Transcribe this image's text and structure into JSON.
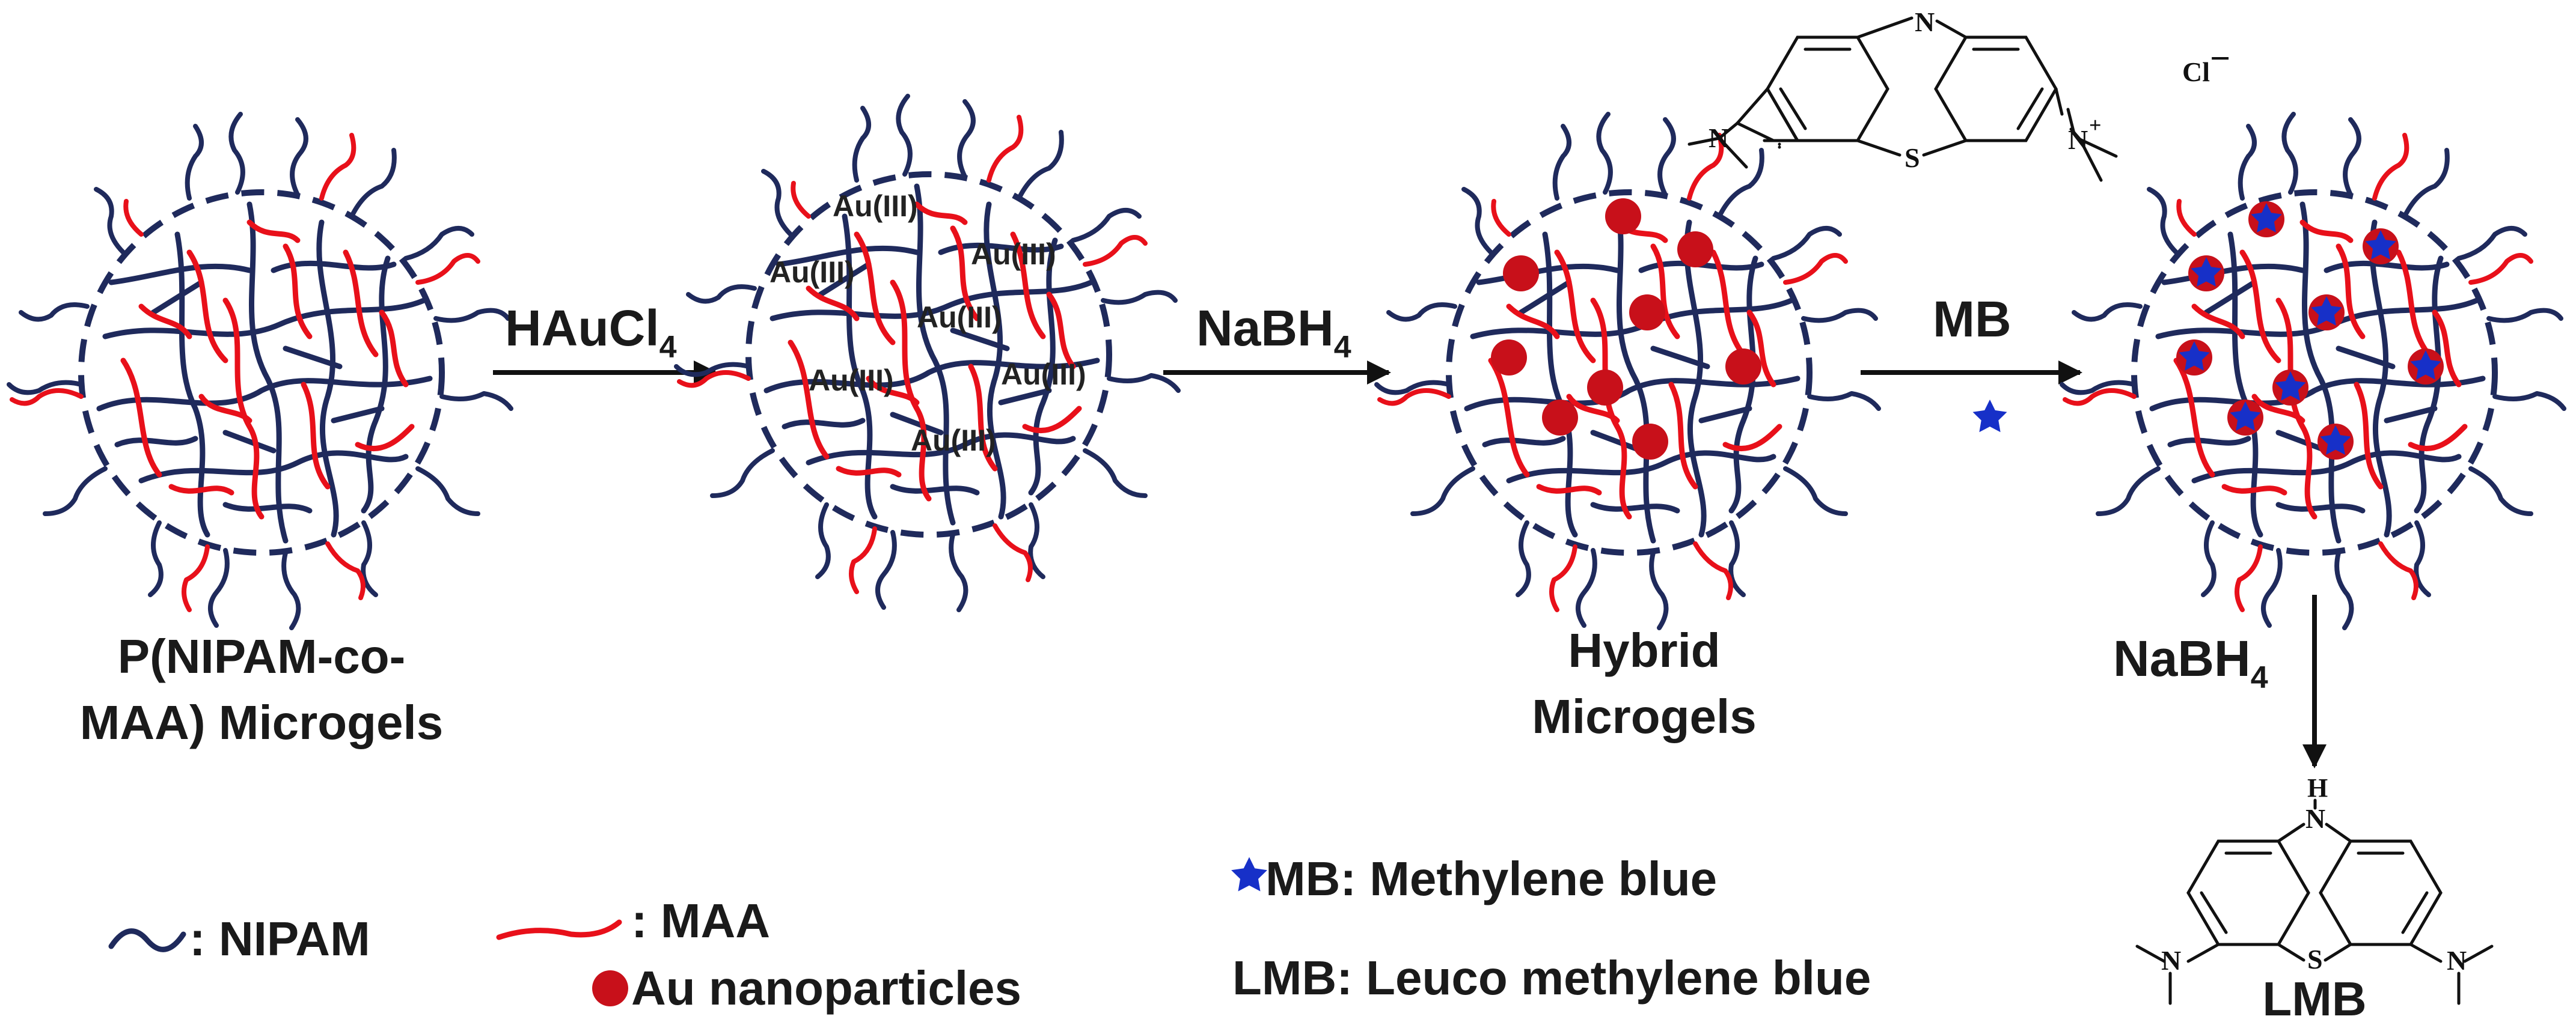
{
  "labels": {
    "microgel_label_line1": "P(NIPAM-co-",
    "microgel_label_line2": "MAA) Microgels",
    "hybrid_label_line1": "Hybrid",
    "hybrid_label_line2": "Microgels",
    "lmb_label": "LMB"
  },
  "arrows": {
    "step1_reagent": "HAuCl",
    "step1_subscript": "4",
    "step2_reagent": "NaBH",
    "step2_subscript": "4",
    "step3_reagent": "MB",
    "step4_reagent": "NaBH",
    "step4_subscript": "4"
  },
  "au_ion_label": "Au(III)",
  "mb_structure": {
    "ring_n": "N",
    "ring_s": "S",
    "amine_left": "N",
    "amine_right": "N",
    "charge": "+",
    "counterion": "Cl",
    "counterion_charge": "−"
  },
  "lmb_structure": {
    "ring_nh": "N",
    "ring_h": "H",
    "ring_s": "S",
    "amine_left": "N",
    "amine_right": "N"
  },
  "legend": {
    "nipam": ": NIPAM",
    "maa": ": MAA",
    "au": "Au nanoparticles",
    "mb": "MB: Methylene blue",
    "lmb": "LMB: Leuco methylene blue"
  },
  "colors": {
    "nipam": "#1f2a5c",
    "maa": "#e8101a",
    "au": "#c8101a",
    "mb_star": "#1730c8"
  }
}
